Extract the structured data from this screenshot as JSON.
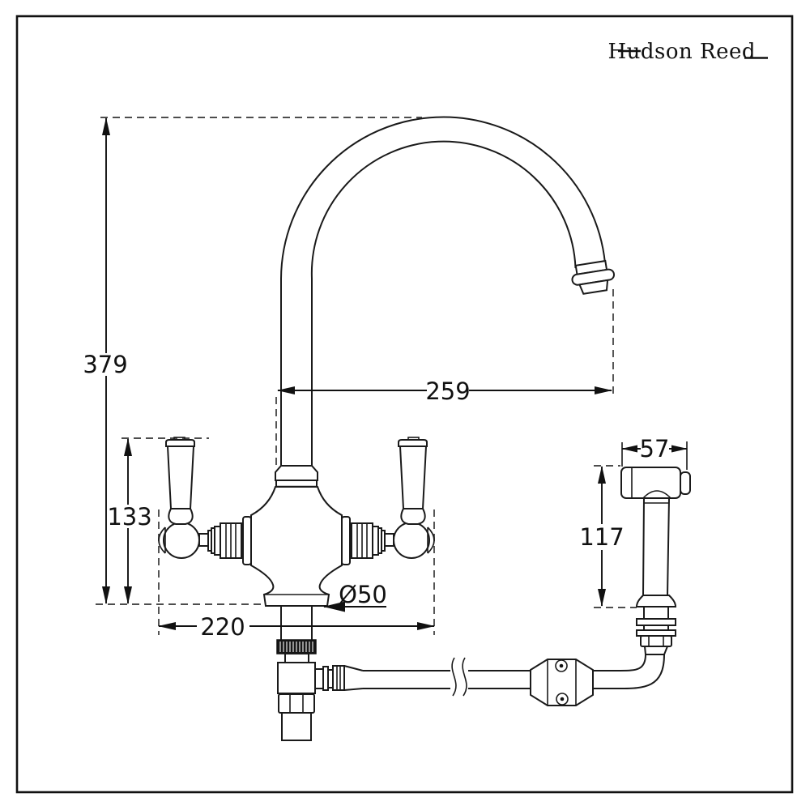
{
  "meta": {
    "background_color": "#ffffff",
    "line_color": "#1a1a1a",
    "extension_line_color": "#4d4d4d"
  },
  "brand": {
    "name": "Hudson Reed"
  },
  "dimensions": {
    "overall_height": "379",
    "handle_height": "133",
    "spout_reach": "259",
    "body_width": "220",
    "base_diameter": "Ø50",
    "sprayer_head_width": "57",
    "sprayer_height": "117"
  }
}
